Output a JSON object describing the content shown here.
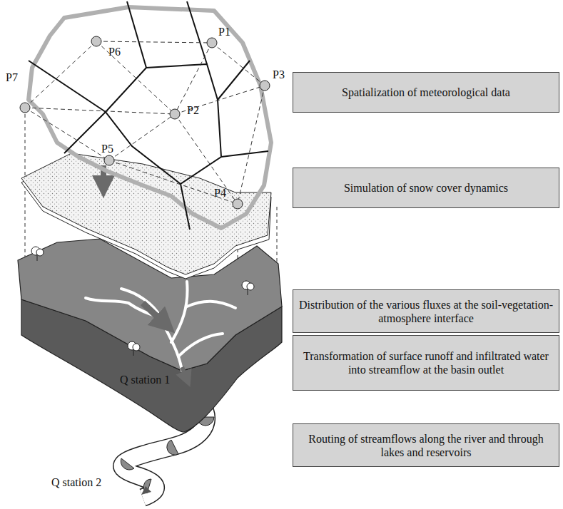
{
  "diagram": {
    "nodes": [
      {
        "text": [
          "Spatialization of meteorological data"
        ]
      },
      {
        "text": [
          "Simulation of snow cover dynamics"
        ]
      },
      {
        "text": [
          "Distribution of the various fluxes at the soil-vegetation-atmosphere interface"
        ]
      },
      {
        "text": [
          "Transformation of surface runoff and infiltrated water into streamflow at the basin outlet"
        ]
      },
      {
        "text": [
          "Routing of streamflows along the river and through lakes and reservoirs"
        ]
      }
    ],
    "labels": [
      "P1",
      "P6",
      "P3",
      "P7",
      "P2",
      "P5",
      "P4",
      "Q station 1",
      "Q station 2"
    ]
  }
}
